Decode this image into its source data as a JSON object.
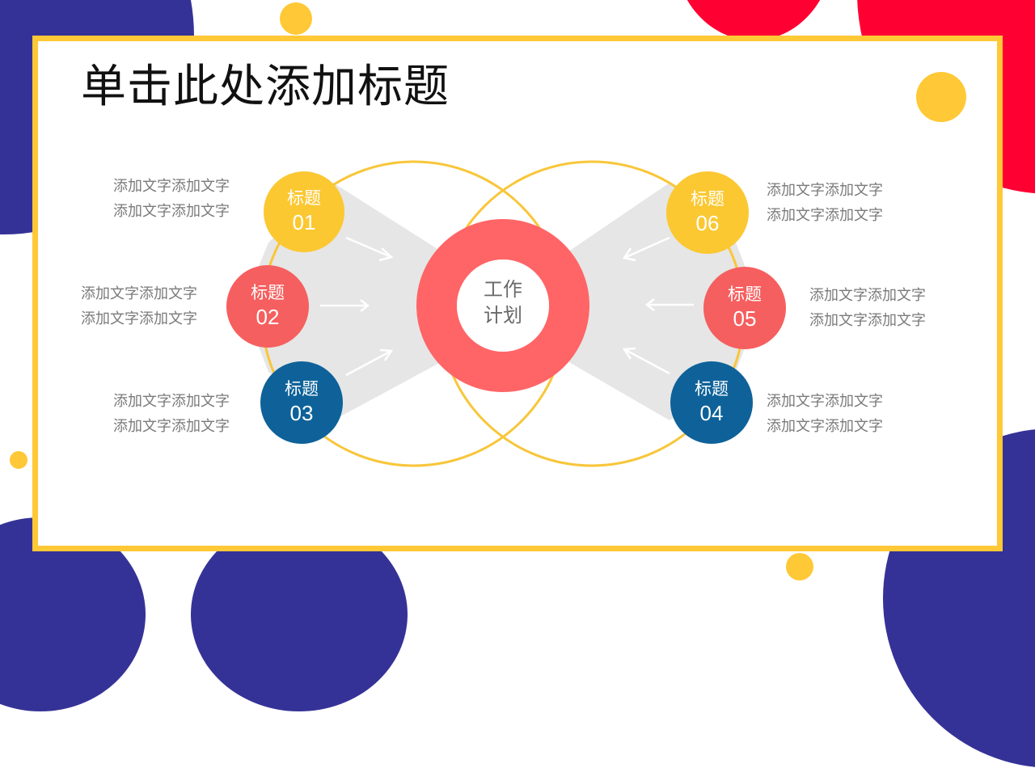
{
  "slide": {
    "title": "单击此处添加标题",
    "center": {
      "line1": "工作",
      "line2": "计划"
    },
    "nodes": [
      {
        "id": "01",
        "title": "标题",
        "number": "01",
        "color": "#FBC832",
        "desc": [
          "添加文字添加文字",
          "添加文字添加文字"
        ]
      },
      {
        "id": "02",
        "title": "标题",
        "number": "02",
        "color": "#F65F5F",
        "desc": [
          "添加文字添加文字",
          "添加文字添加文字"
        ]
      },
      {
        "id": "03",
        "title": "标题",
        "number": "03",
        "color": "#0E6299",
        "desc": [
          "添加文字添加文字",
          "添加文字添加文字"
        ]
      },
      {
        "id": "04",
        "title": "标题",
        "number": "04",
        "color": "#0E6299",
        "desc": [
          "添加文字添加文字",
          "添加文字添加文字"
        ]
      },
      {
        "id": "05",
        "title": "标题",
        "number": "05",
        "color": "#F65F5F",
        "desc": [
          "添加文字添加文字",
          "添加文字添加文字"
        ]
      },
      {
        "id": "06",
        "title": "标题",
        "number": "06",
        "color": "#FBC832",
        "desc": [
          "添加文字添加文字",
          "添加文字添加文字"
        ]
      }
    ]
  },
  "colors": {
    "frame": "#FFC836",
    "blue_blob": "#353297",
    "red_blob": "#FF0033",
    "donut": "#FF6566",
    "wedge": "#E6E6E6",
    "ring": "#F8C63A"
  }
}
